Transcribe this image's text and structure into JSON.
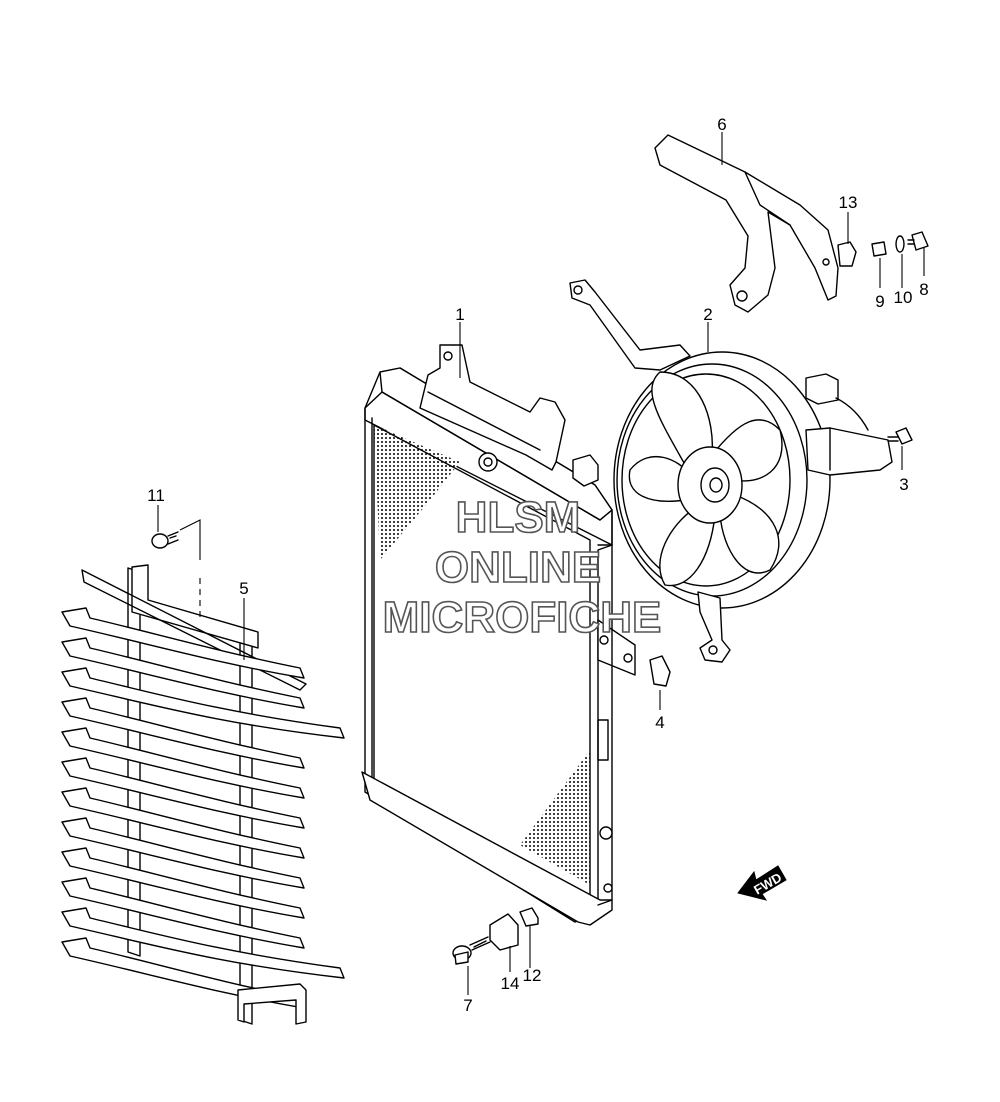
{
  "diagram": {
    "callouts": [
      {
        "id": "1",
        "label": "1"
      },
      {
        "id": "2",
        "label": "2"
      },
      {
        "id": "3",
        "label": "3"
      },
      {
        "id": "4",
        "label": "4"
      },
      {
        "id": "5",
        "label": "5"
      },
      {
        "id": "6",
        "label": "6"
      },
      {
        "id": "7",
        "label": "7"
      },
      {
        "id": "8",
        "label": "8"
      },
      {
        "id": "9",
        "label": "9"
      },
      {
        "id": "10",
        "label": "10"
      },
      {
        "id": "11",
        "label": "11"
      },
      {
        "id": "12",
        "label": "12"
      },
      {
        "id": "13",
        "label": "13"
      },
      {
        "id": "14",
        "label": "14"
      }
    ],
    "direction_arrow": "FWD"
  },
  "watermark": {
    "line1": "HLSM",
    "line2": "ONLINE",
    "line3": "MICROFICHE"
  },
  "colors": {
    "line": "#000000",
    "background": "#ffffff",
    "watermark_outline": "#555555"
  }
}
